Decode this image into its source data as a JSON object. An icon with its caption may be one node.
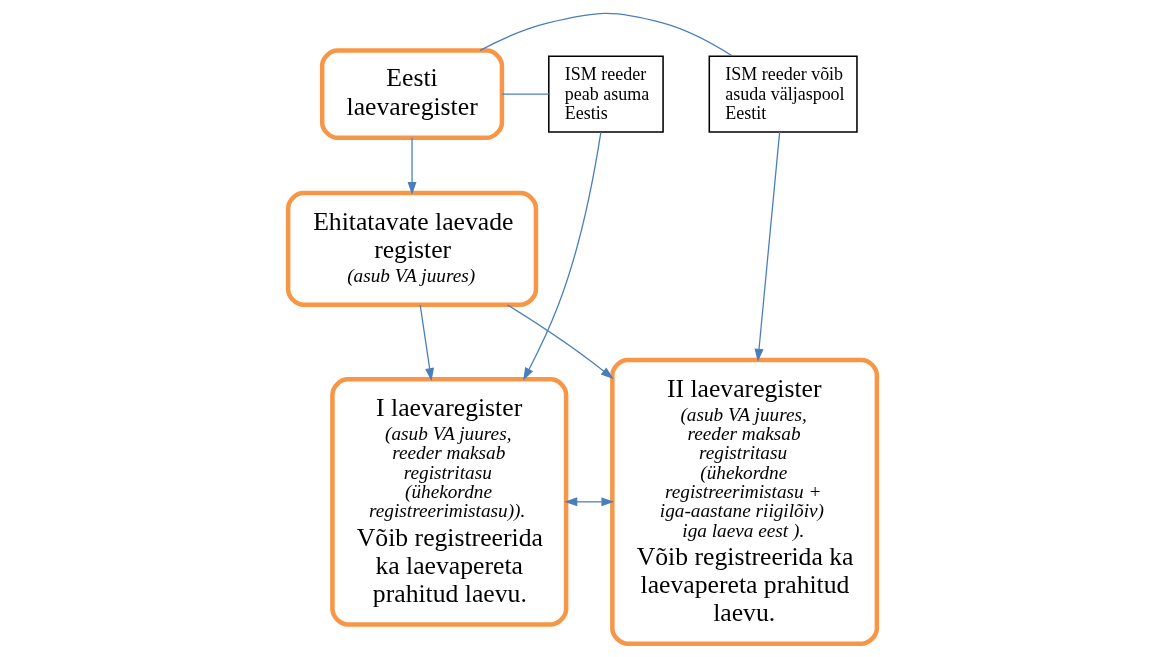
{
  "diagram": {
    "nodes": [
      {
        "text": [
          "ISM reeder peab asuma Eestis"
        ]
      },
      {
        "text": [
          "Eesti laevaregister"
        ]
      },
      {
        "text": [
          "ISM reeder võib asuda väljaspool Eestit"
        ]
      },
      {
        "text": [
          "I laevaregister",
          "(asub VA juures, reeder maksab registritasu (ühekordne registreerimistasu)).",
          "Võib registreerida ka laevapereta prahitud laevu."
        ]
      },
      {
        "text": [
          "II laevaregister",
          "(asub VA juures, reeder maksab registritasu (ühekordne registreerimistasu + iga-aastane riigilõiv) iga laeva eest ).",
          "Võib registreerida ka laevapereta prahitud laevu."
        ]
      },
      {
        "text": [
          "Ehitatavate laevade register",
          "(asub VA juures)"
        ]
      }
    ],
    "edges": [
      {
        "from": 1,
        "to": 0,
        "arrow": "none"
      },
      {
        "from": 0,
        "to": 3,
        "arrow": "to"
      },
      {
        "from": 1,
        "to": 2,
        "arrow": "none"
      },
      {
        "from": 2,
        "to": 4,
        "arrow": "to"
      },
      {
        "from": 1,
        "to": 5,
        "arrow": "to"
      },
      {
        "from": 3,
        "to": 4,
        "arrow": "both"
      },
      {
        "from": 5,
        "to": 3,
        "arrow": "to"
      },
      {
        "from": 5,
        "to": 4,
        "arrow": "to"
      }
    ]
  }
}
